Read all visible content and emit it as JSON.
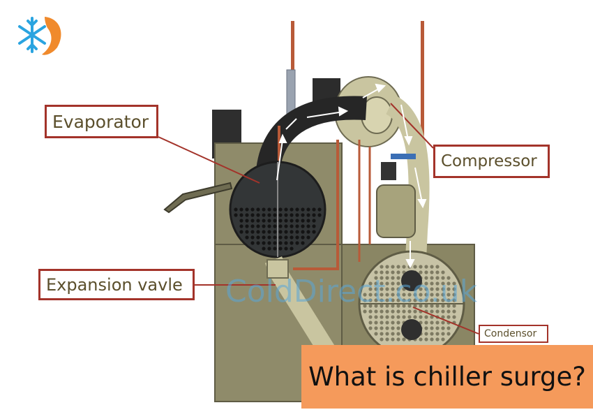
{
  "labels": {
    "evaporator": "Evaporator",
    "compressor": "Compressor",
    "expansion_valve": "Expansion vavle",
    "condenser": "Condensor"
  },
  "watermark": "ColdDirect.co.uk",
  "banner": {
    "text": "What is chiller surge?"
  },
  "colors": {
    "label_border": "#a3332a",
    "label_text": "#5b4f2c",
    "banner_bg": "#f59a5b",
    "frame": "#8f8b6a",
    "pipe": "#b85a38",
    "logo_blue": "#2aa4e0",
    "logo_orange": "#f08a2c"
  },
  "icons": [
    "snowflake-flame-logo",
    "flow-arrow"
  ]
}
